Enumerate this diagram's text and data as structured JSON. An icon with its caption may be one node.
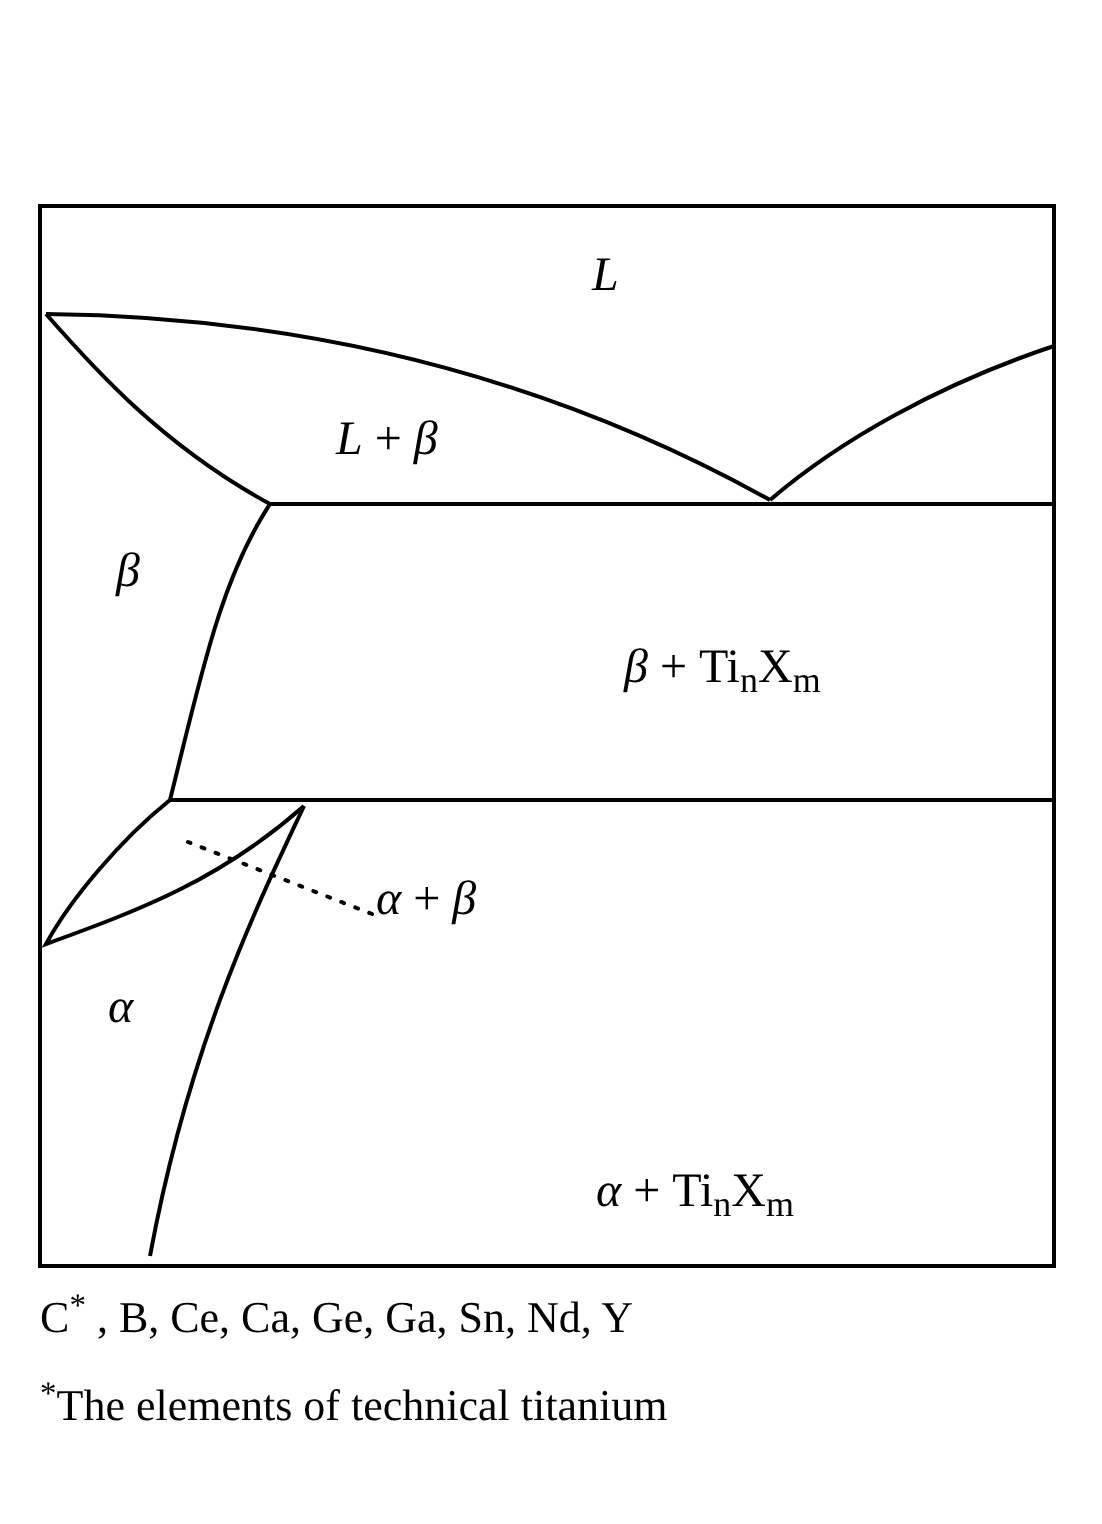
{
  "diagram": {
    "nodes": [
      {
        "text": [
          "*α* + *β*"
        ]
      },
      {
        "text": [],
        "shape": "lens"
      }
    ],
    "edges": [
      {
        "from": 0,
        "to": 1,
        "arrow": "none",
        "style": "dashed"
      }
    ],
    "labels": [
      "*L*",
      "*L* + *β*",
      "*β*",
      "*β* + Ti$_{n}$X$_{m}$",
      "*α*",
      "*α* + Ti$_{n}$X$_{m}$",
      "C$^{*}$ , B, Ce, Ca, Ge, Ga, Sn, Nd, Y",
      "$^{*}$The elements of technical titanium"
    ]
  }
}
